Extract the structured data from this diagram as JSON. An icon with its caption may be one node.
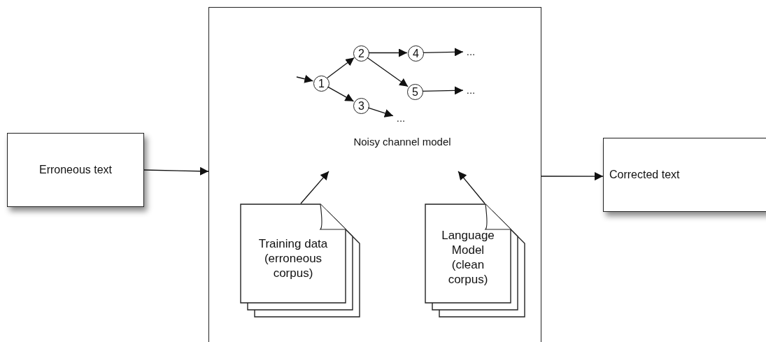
{
  "diagram": {
    "nodes": [
      {
        "text": [
          "Erroneous text"
        ]
      },
      {
        "text": [],
        "shape": "box"
      },
      {
        "text": [
          "1"
        ],
        "in": 1
      },
      {
        "text": [
          "2"
        ],
        "in": 1
      },
      {
        "text": [
          "3"
        ],
        "in": 1
      },
      {
        "text": [
          "4"
        ],
        "in": 1
      },
      {
        "text": [
          "5"
        ],
        "in": 1
      },
      {
        "text": [
          "..."
        ],
        "in": 1
      },
      {
        "text": [
          "..."
        ],
        "in": 1
      },
      {
        "text": [
          "..."
        ],
        "in": 1
      },
      {
        "text": [
          "Noisy channel model"
        ],
        "in": 1
      },
      {
        "text": [
          "Training data (erroneous corpus)"
        ],
        "in": 1
      },
      {
        "text": [
          "Language Model (clean corpus)"
        ],
        "in": 1
      },
      {
        "text": [
          "Corrected text"
        ]
      }
    ],
    "edges": [
      {
        "from": null,
        "to": 2,
        "arrow": "to"
      },
      {
        "from": 2,
        "to": 3,
        "arrow": "to"
      },
      {
        "from": 2,
        "to": 4,
        "arrow": "to"
      },
      {
        "from": 3,
        "to": 5,
        "arrow": "to"
      },
      {
        "from": 3,
        "to": 6,
        "arrow": "to"
      },
      {
        "from": 5,
        "to": 7,
        "arrow": "to"
      },
      {
        "from": 6,
        "to": 8,
        "arrow": "to"
      },
      {
        "from": 4,
        "to": 9,
        "arrow": "to"
      },
      {
        "from": 11,
        "to": 10,
        "arrow": "to"
      },
      {
        "from": 12,
        "to": 10,
        "arrow": "to"
      },
      {
        "from": 0,
        "to": 1,
        "arrow": "to"
      },
      {
        "from": 1,
        "to": 13,
        "arrow": "to"
      }
    ]
  }
}
